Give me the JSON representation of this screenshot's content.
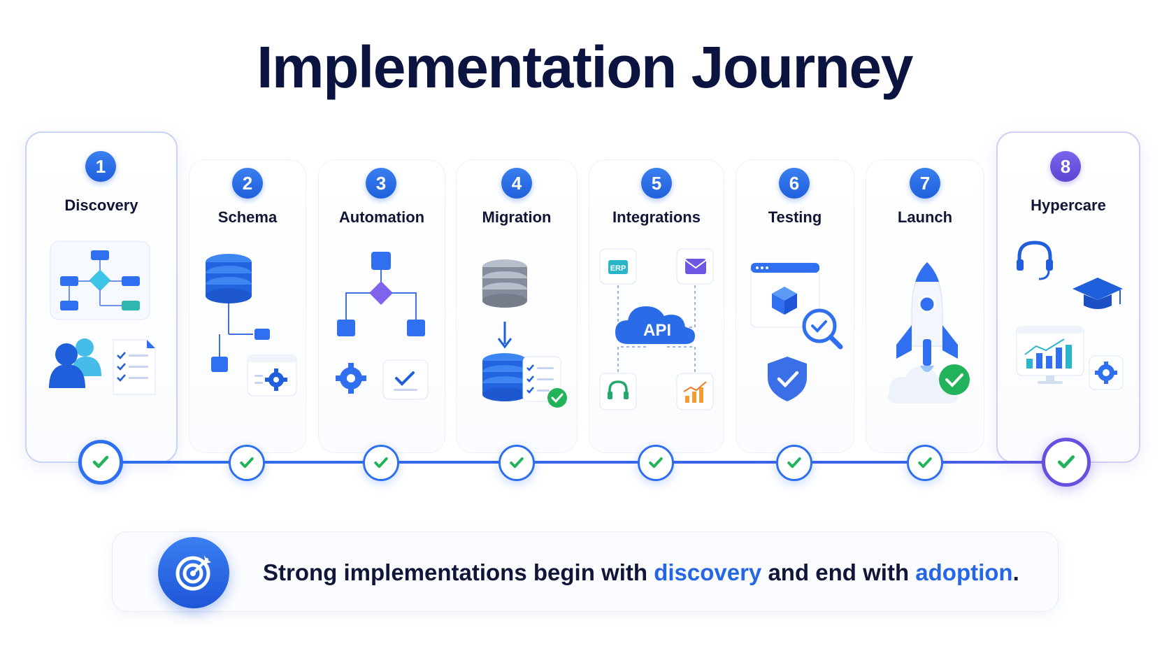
{
  "title": "Implementation Journey",
  "steps": [
    {
      "number": "1",
      "label": "Discovery"
    },
    {
      "number": "2",
      "label": "Schema"
    },
    {
      "number": "3",
      "label": "Automation"
    },
    {
      "number": "4",
      "label": "Migration"
    },
    {
      "number": "5",
      "label": "Integrations"
    },
    {
      "number": "6",
      "label": "Testing"
    },
    {
      "number": "7",
      "label": "Launch"
    },
    {
      "number": "8",
      "label": "Hypercare"
    }
  ],
  "icon_labels": {
    "erp": "ERP",
    "api": "API"
  },
  "tagline": {
    "part1": "Strong implementations begin with ",
    "highlight1": "discovery",
    "part2": " and end with ",
    "highlight2": "adoption",
    "part3": "."
  },
  "colors": {
    "accent_blue": "#2466e6",
    "accent_purple": "#6550e0",
    "success_green": "#22b35a",
    "title_navy": "#0b1440"
  }
}
